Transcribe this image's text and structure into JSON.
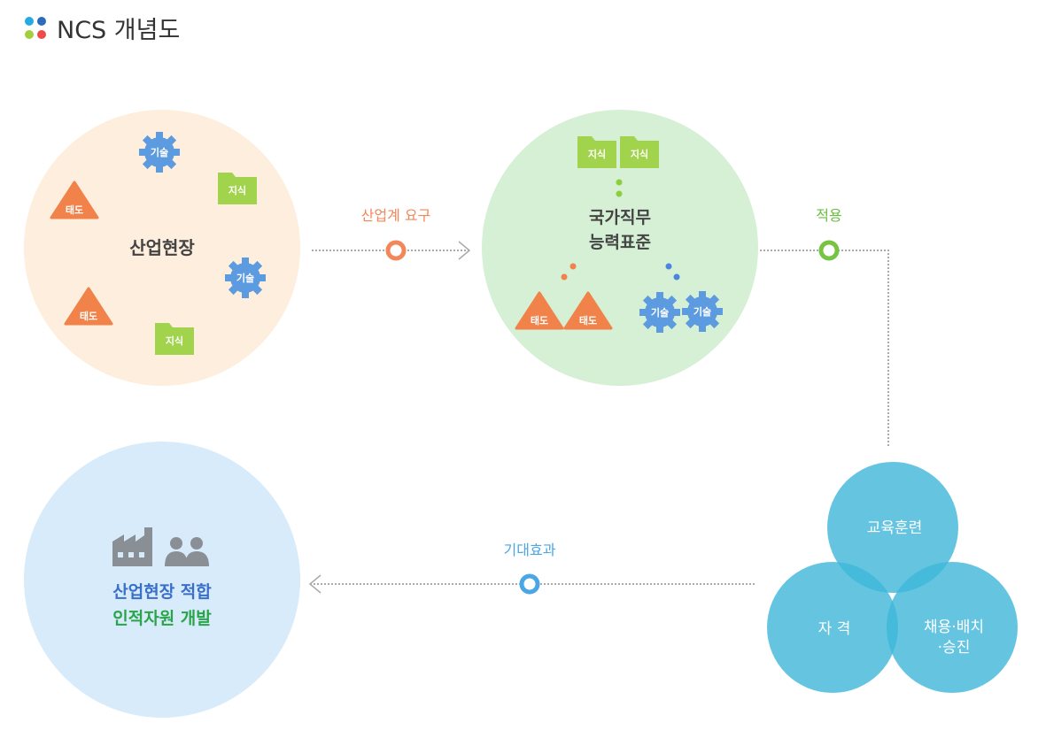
{
  "header": {
    "title": "NCS 개념도",
    "logo_colors": [
      "#27aae1",
      "#2b6cb8",
      "#a3cf3f",
      "#ef4b4b"
    ]
  },
  "colors": {
    "orange": "#f0824a",
    "green": "#76c442",
    "blue": "#4aa6e4",
    "gear": "#5d9be0",
    "folder": "#a1d34d",
    "venn": "#4bbcdc"
  },
  "nodes": {
    "industry_site": {
      "title": "산업현장",
      "skill": "기술",
      "attitude": "태도",
      "knowledge": "지식"
    },
    "ncs": {
      "title_line1": "국가직무",
      "title_line2": "능력표준",
      "skill": "기술",
      "attitude": "태도",
      "knowledge": "지식"
    },
    "outcome": {
      "line1": "산업현장 적합",
      "line2": "인적자원 개발"
    }
  },
  "edges": {
    "industry_demand": "산업계 요구",
    "apply": "적용",
    "expected_effect": "기대효과"
  },
  "venn": {
    "top": "교육훈련",
    "left": "자 격",
    "right_line1": "채용·배치",
    "right_line2": "·승진"
  }
}
